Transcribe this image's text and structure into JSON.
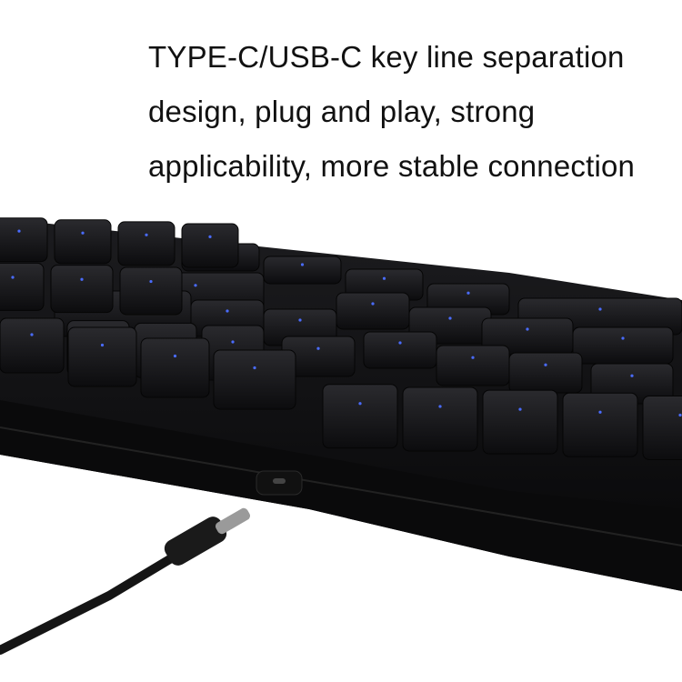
{
  "caption": {
    "lines": [
      "TYPE-C/USB-C key line separation",
      "design, plug and play, strong",
      "applicability, more stable connection"
    ]
  },
  "colors": {
    "background": "#ffffff",
    "keyboard_body": "#0d0d0f",
    "keycap": "#1a1a1d",
    "backlight": "#4a6cff",
    "cable": "#151515"
  }
}
